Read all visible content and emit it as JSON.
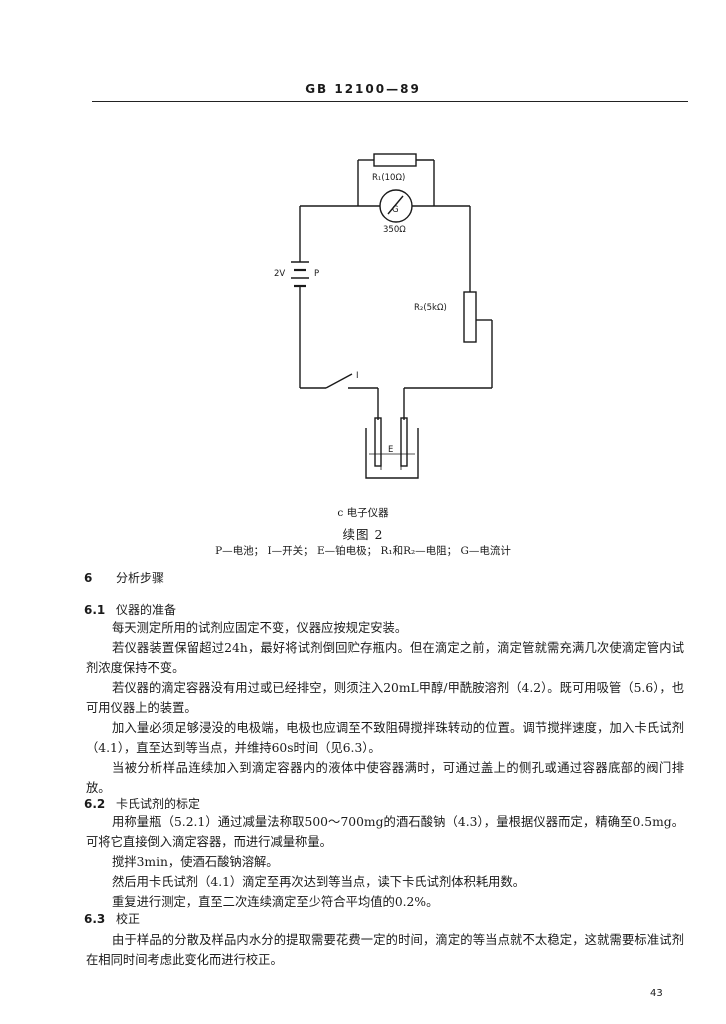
{
  "header": {
    "code": "GB 12100—89"
  },
  "figure": {
    "labels": {
      "r1": "R₁(10Ω)",
      "g": "G",
      "g_value": "350Ω",
      "battery": "2V",
      "p": "P",
      "r2": "R₂(5kΩ)",
      "switch": "I",
      "electrode": "E"
    },
    "caption_c": "c  电子仪器",
    "caption_fig": "续图 2",
    "legend": "P—电池； I—开关； E—铂电极； R₁和R₂—电阻； G—电流计"
  },
  "sections": {
    "s6": {
      "num": "6",
      "title": "分析步骤"
    },
    "s61": {
      "num": "6.1",
      "title": "仪器的准备"
    },
    "s62": {
      "num": "6.2",
      "title": "卡氏试剂的标定"
    },
    "s63": {
      "num": "6.3",
      "title": "校正"
    }
  },
  "paragraphs": {
    "p1": "每天测定所用的试剂应固定不变，仪器应按规定安装。",
    "p2": "若仪器装置保留超过24h，最好将试剂倒回贮存瓶内。但在滴定之前，滴定管就需充满几次使滴定管内试剂浓度保持不变。",
    "p3": "若仪器的滴定容器没有用过或已经排空，则须注入20mL甲醇/甲酰胺溶剂（4.2）。既可用吸管（5.6），也可用仪器上的装置。",
    "p4": "加入量必须足够浸没的电极端，电极也应调至不致阻碍搅拌珠转动的位置。调节搅拌速度，加入卡氏试剂（4.1），直至达到等当点，并维持60s时间（见6.3）。",
    "p5": "当被分析样品连续加入到滴定容器内的液体中使容器满时，可通过盖上的侧孔或通过容器底部的阀门排放。",
    "p6": "用称量瓶（5.2.1）通过减量法称取500～700mg的酒石酸钠（4.3），量根据仪器而定，精确至0.5mg。可将它直接倒入滴定容器，而进行减量称量。",
    "p7": "搅拌3min，使酒石酸钠溶解。",
    "p8": "然后用卡氏试剂（4.1）滴定至再次达到等当点，读下卡氏试剂体积耗用数。",
    "p9": "重复进行测定，直至二次连续滴定至少符合平均值的0.2%。",
    "p10": "由于样品的分散及样品内水分的提取需要花费一定的时间，滴定的等当点就不太稳定，这就需要标准试剂在相同时间考虑此变化而进行校正。"
  },
  "footer": {
    "page": "43"
  }
}
